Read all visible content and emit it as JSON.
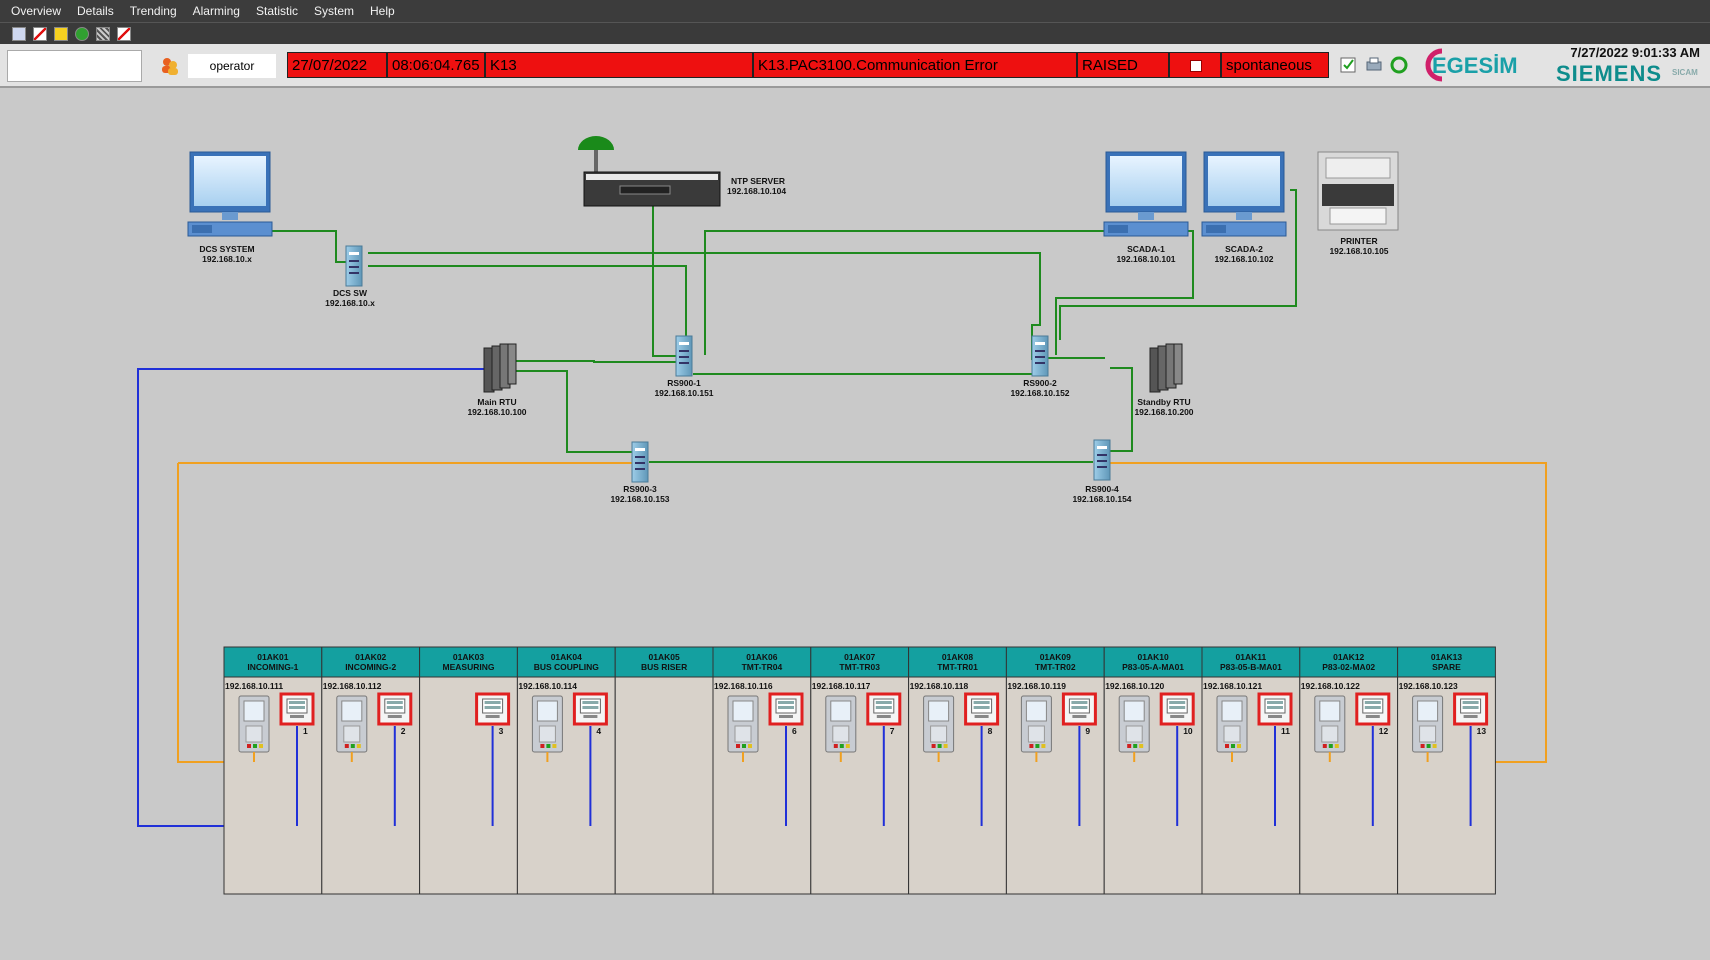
{
  "menu": [
    "Overview",
    "Details",
    "Trending",
    "Alarming",
    "Statistic",
    "System",
    "Help"
  ],
  "toolbar_icons": [
    "window-icon",
    "red-slash-icon",
    "warning-icon",
    "refresh-icon",
    "grid-icon",
    "red-slash-icon"
  ],
  "operator": "operator",
  "alarm": {
    "date": "27/07/2022",
    "time": "08:06:04.765",
    "bay": "K13",
    "message": "K13.PAC3100.Communication Error",
    "state": "RAISED",
    "cause": "spontaneous",
    "color": "#ee1010"
  },
  "clock": "7/27/2022 9:01:33 AM",
  "brand": {
    "egesim": "EGESİM",
    "siemens": "SIEMENS",
    "sicam": "SICAM"
  },
  "devices": {
    "dcs_system": {
      "name": "DCS SYSTEM",
      "ip": "192.168.10.x"
    },
    "dcs_sw": {
      "name": "DCS SW",
      "ip": "192.168.10.x"
    },
    "ntp": {
      "name": "NTP SERVER",
      "ip": "192.168.10.104"
    },
    "scada1": {
      "name": "SCADA-1",
      "ip": "192.168.10.101"
    },
    "scada2": {
      "name": "SCADA-2",
      "ip": "192.168.10.102"
    },
    "printer": {
      "name": "PRINTER",
      "ip": "192.168.10.105"
    },
    "main_rtu": {
      "name": "Main RTU",
      "ip": "192.168.10.100"
    },
    "standby_rtu": {
      "name": "Standby RTU",
      "ip": "192.168.10.200"
    },
    "rs1": {
      "name": "RS900-1",
      "ip": "192.168.10.151"
    },
    "rs2": {
      "name": "RS900-2",
      "ip": "192.168.10.152"
    },
    "rs3": {
      "name": "RS900-3",
      "ip": "192.168.10.153"
    },
    "rs4": {
      "name": "RS900-4",
      "ip": "192.168.10.154"
    }
  },
  "panels": [
    {
      "code": "01AK01",
      "name": "INCOMING-1",
      "ip": "192.168.10.111",
      "num": "1",
      "relay": true,
      "meter": true
    },
    {
      "code": "01AK02",
      "name": "INCOMING-2",
      "ip": "192.168.10.112",
      "num": "2",
      "relay": true,
      "meter": true
    },
    {
      "code": "01AK03",
      "name": "MEASURING",
      "ip": "",
      "num": "3",
      "relay": false,
      "meter": true
    },
    {
      "code": "01AK04",
      "name": "BUS COUPLING",
      "ip": "192.168.10.114",
      "num": "4",
      "relay": true,
      "meter": true
    },
    {
      "code": "01AK05",
      "name": "BUS RISER",
      "ip": "",
      "num": "",
      "relay": false,
      "meter": false
    },
    {
      "code": "01AK06",
      "name": "TMT-TR04",
      "ip": "192.168.10.116",
      "num": "6",
      "relay": true,
      "meter": true
    },
    {
      "code": "01AK07",
      "name": "TMT-TR03",
      "ip": "192.168.10.117",
      "num": "7",
      "relay": true,
      "meter": true
    },
    {
      "code": "01AK08",
      "name": "TMT-TR01",
      "ip": "192.168.10.118",
      "num": "8",
      "relay": true,
      "meter": true
    },
    {
      "code": "01AK09",
      "name": "TMT-TR02",
      "ip": "192.168.10.119",
      "num": "9",
      "relay": true,
      "meter": true
    },
    {
      "code": "01AK10",
      "name": "P83-05-A-MA01",
      "ip": "192.168.10.120",
      "num": "10",
      "relay": true,
      "meter": true
    },
    {
      "code": "01AK11",
      "name": "P83-05-B-MA01",
      "ip": "192.168.10.121",
      "num": "11",
      "relay": true,
      "meter": true
    },
    {
      "code": "01AK12",
      "name": "P83-02-MA02",
      "ip": "192.168.10.122",
      "num": "12",
      "relay": true,
      "meter": true
    },
    {
      "code": "01AK13",
      "name": "SPARE",
      "ip": "192.168.10.123",
      "num": "13",
      "relay": true,
      "meter": true
    }
  ],
  "colors": {
    "lan": "#1f8a1f",
    "ring": "#f0a020",
    "serial": "#2030d8",
    "panel_head": "#14a0a0",
    "panel_body": "#d8d2ca",
    "meter_frame": "#e02020"
  }
}
